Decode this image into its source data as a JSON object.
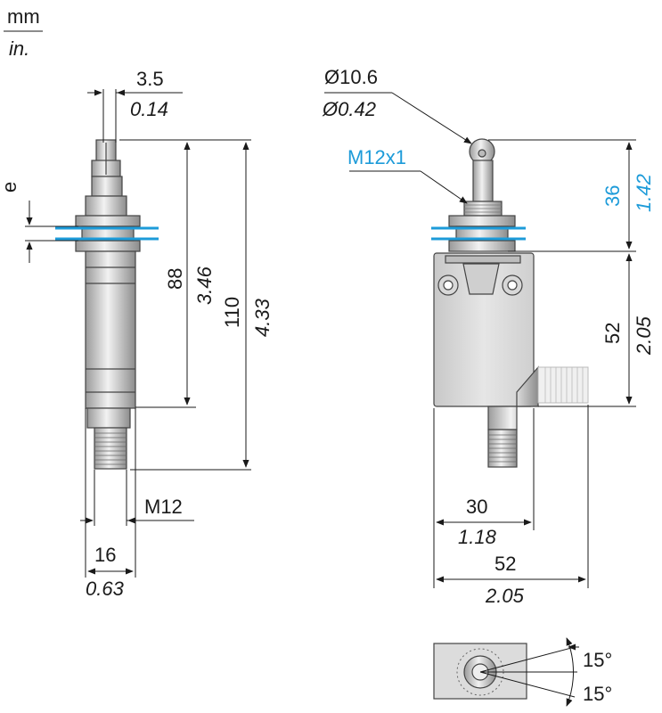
{
  "units": {
    "metric": "mm",
    "imperial": "in."
  },
  "left_view": {
    "head_width": {
      "mm": "3.5",
      "in": "0.14"
    },
    "travel_label": "e",
    "body_length": {
      "mm": "88",
      "in": "3.46"
    },
    "overall_length": {
      "mm": "110",
      "in": "4.33"
    },
    "thread": "M12",
    "width": {
      "mm": "16",
      "in": "0.63"
    }
  },
  "right_view": {
    "roller_diameter": {
      "mm": "Ø10.6",
      "in": "Ø0.42"
    },
    "head_thread": "M12x1",
    "head_height": {
      "mm": "36",
      "in": "1.42"
    },
    "body_height": {
      "mm": "52",
      "in": "2.05"
    },
    "body_width": {
      "mm": "30",
      "in": "1.18"
    },
    "overall_width": {
      "mm": "52",
      "in": "2.05"
    }
  },
  "bottom_view": {
    "angle_upper": "15°",
    "angle_lower": "15°"
  },
  "colors": {
    "accent": "#1d9bd9",
    "line": "#1a1a1a",
    "body_fill": "#d8d8d8"
  }
}
